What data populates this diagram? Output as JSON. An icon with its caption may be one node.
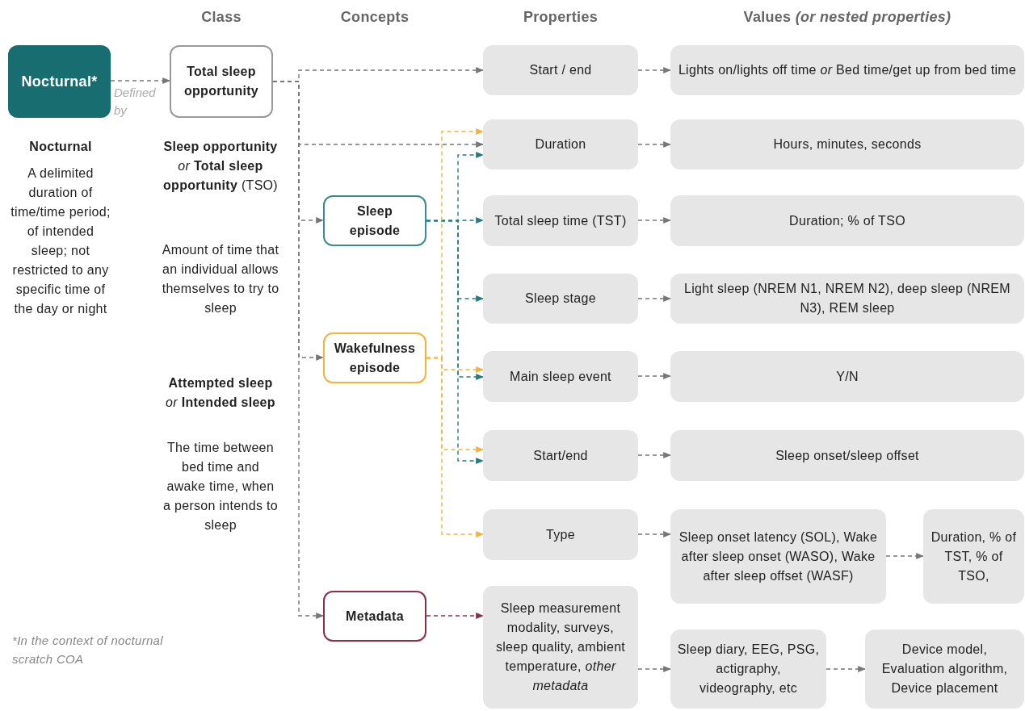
{
  "diagram": {
    "nodes": [
      {
        "text": [
          "Nocturnal*"
        ]
      },
      {
        "text": [
          "Total sleep opportunity"
        ]
      },
      {
        "text": [
          "Sleep episode"
        ]
      },
      {
        "text": [
          "Wakefulness episode"
        ]
      },
      {
        "text": [
          "Metadata"
        ]
      },
      {
        "text": [
          "Start / end"
        ]
      },
      {
        "text": [
          "Duration"
        ]
      },
      {
        "text": [
          "Total sleep time (TST)"
        ]
      },
      {
        "text": [
          "Sleep stage"
        ]
      },
      {
        "text": [
          "Main sleep event"
        ]
      },
      {
        "text": [
          "Start/end"
        ]
      },
      {
        "text": [
          "Type"
        ]
      },
      {
        "text": [
          "Sleep measurement modality, surveys, sleep quality, ambient temperature, *other metadata*"
        ]
      },
      {
        "text": [
          "Lights on/lights off time *or* Bed time/get up from bed time"
        ]
      },
      {
        "text": [
          "Hours, minutes, seconds"
        ]
      },
      {
        "text": [
          "Duration; % of TSO"
        ]
      },
      {
        "text": [
          "Light sleep (NREM N1, NREM N2), deep sleep (NREM N3), REM sleep"
        ]
      },
      {
        "text": [
          "Y/N"
        ]
      },
      {
        "text": [
          "Sleep onset/sleep offset"
        ]
      },
      {
        "text": [
          "Sleep onset latency (SOL), Wake after sleep onset (WASO), Wake after sleep offset (WASF)"
        ]
      },
      {
        "text": [
          "Duration, % of TST, % of TSO,"
        ]
      },
      {
        "text": [
          "Sleep diary, EEG, PSG, actigraphy, videography, etc"
        ]
      },
      {
        "text": [
          "Device model, Evaluation algorithm, Device placement"
        ]
      }
    ],
    "edges": [
      {
        "from": 0,
        "to": 1,
        "arrow": "to",
        "label": "Defined by",
        "style": "dashed"
      },
      {
        "from": 1,
        "to": 5,
        "arrow": "to",
        "style": "dashed"
      },
      {
        "from": 1,
        "to": 6,
        "arrow": "to",
        "style": "dashed"
      },
      {
        "from": 1,
        "to": 2,
        "arrow": "to",
        "style": "dashed"
      },
      {
        "from": 1,
        "to": 3,
        "arrow": "to",
        "style": "dashed"
      },
      {
        "from": 1,
        "to": 4,
        "arrow": "to",
        "style": "dashed"
      },
      {
        "from": 2,
        "to": 6,
        "arrow": "to",
        "style": "dashed",
        "color": "#1f7d83"
      },
      {
        "from": 2,
        "to": 7,
        "arrow": "to",
        "style": "dashed",
        "color": "#1f7d83"
      },
      {
        "from": 2,
        "to": 8,
        "arrow": "to",
        "style": "dashed",
        "color": "#1f7d83"
      },
      {
        "from": 2,
        "to": 9,
        "arrow": "to",
        "style": "dashed",
        "color": "#1f7d83"
      },
      {
        "from": 2,
        "to": 10,
        "arrow": "to",
        "style": "dashed",
        "color": "#1f7d83"
      },
      {
        "from": 3,
        "to": 6,
        "arrow": "to",
        "style": "dashed",
        "color": "#f7b23b"
      },
      {
        "from": 3,
        "to": 9,
        "arrow": "to",
        "style": "dashed",
        "color": "#f7b23b"
      },
      {
        "from": 3,
        "to": 10,
        "arrow": "to",
        "style": "dashed",
        "color": "#f7b23b"
      },
      {
        "from": 3,
        "to": 11,
        "arrow": "to",
        "style": "dashed",
        "color": "#f7b23b"
      },
      {
        "from": 4,
        "to": 12,
        "arrow": "to",
        "style": "dashed",
        "color": "#8e2f48"
      },
      {
        "from": 5,
        "to": 13,
        "arrow": "to",
        "style": "dashed"
      },
      {
        "from": 6,
        "to": 14,
        "arrow": "to",
        "style": "dashed"
      },
      {
        "from": 7,
        "to": 15,
        "arrow": "to",
        "style": "dashed"
      },
      {
        "from": 8,
        "to": 16,
        "arrow": "to",
        "style": "dashed"
      },
      {
        "from": 9,
        "to": 17,
        "arrow": "to",
        "style": "dashed"
      },
      {
        "from": 10,
        "to": 18,
        "arrow": "to",
        "style": "dashed"
      },
      {
        "from": 11,
        "to": 19,
        "arrow": "to",
        "style": "dashed"
      },
      {
        "from": 19,
        "to": 20,
        "arrow": "to",
        "style": "dashed"
      },
      {
        "from": 12,
        "to": 21,
        "arrow": "to",
        "style": "dashed"
      },
      {
        "from": 21,
        "to": 22,
        "arrow": "to",
        "style": "dashed"
      }
    ],
    "labels": [
      "Class",
      "Concepts",
      "Properties",
      "Values *(or nested properties)*",
      "Nocturnal",
      "A delimited duration of time/time period; of intended sleep; not restricted to any specific time of the day or night",
      "**Sleep opportunity** *or* **Total sleep opportunity** (TSO)",
      "Amount of time that an individual allows themselves to try to sleep",
      "**Attempted sleep** *or* **Intended sleep**",
      "The time between bed time and awake time, when a person intends to sleep",
      "*In the context of nocturnal scratch COA"
    ]
  }
}
